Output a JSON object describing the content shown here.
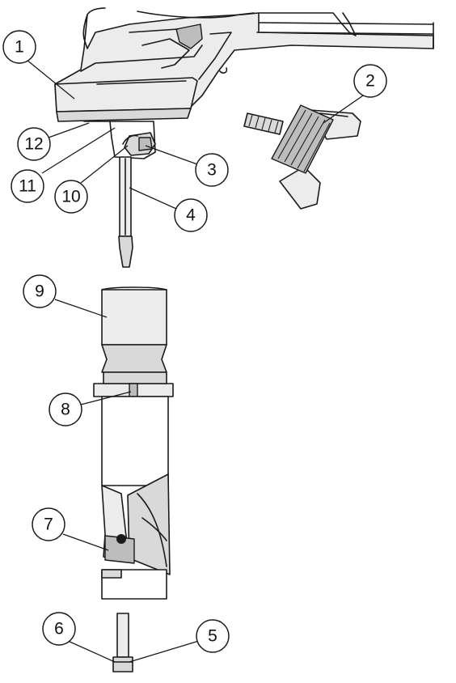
{
  "callouts": {
    "c1": "1",
    "c2": "2",
    "c3": "3",
    "c4": "4",
    "c5": "5",
    "c6": "6",
    "c7": "7",
    "c8": "8",
    "c9": "9",
    "c10": "10",
    "c11": "11",
    "c12": "12"
  },
  "colors": {
    "line": "#1a1a1a",
    "fill_light": "#ececec",
    "fill_mid": "#d9d9d9",
    "fill_dark": "#bdbdbd",
    "background": "#ffffff"
  }
}
